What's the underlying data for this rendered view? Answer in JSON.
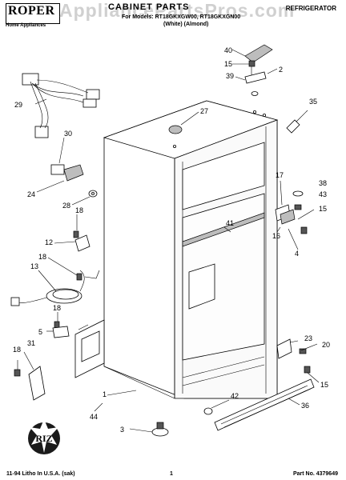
{
  "header": {
    "brand": "ROPER",
    "brand_sub": "Home Appliances",
    "watermark": "AppliancePartsPros.com",
    "section_title": "CABINET PARTS",
    "appliance": "REFRIGERATOR",
    "models": "For Models: RT18GKXGW00, RT18GKXGN00",
    "colors": "(White)      (Almond)"
  },
  "footer": {
    "left": "11-94 Litho In U.S.A. (sak)",
    "page": "1",
    "part_no": "Part No. 4379649"
  },
  "badge": "RIZ",
  "callouts": {
    "c40": "40",
    "c15a": "15",
    "c2": "2",
    "c39": "39",
    "c35": "35",
    "c29": "29",
    "c27": "27",
    "c30": "30",
    "c24": "24",
    "c17": "17",
    "c38": "38",
    "c43": "43",
    "c15b": "15",
    "c28": "28",
    "c18a": "18",
    "c41": "41",
    "c16": "16",
    "c4": "4",
    "c12": "12",
    "c18b": "18",
    "c13": "13",
    "c18c": "18",
    "c5": "5",
    "c23": "23",
    "c20": "20",
    "c18d": "18",
    "c31": "31",
    "c15c": "15",
    "c1": "1",
    "c44": "44",
    "c42": "42",
    "c36": "36",
    "c3": "3"
  }
}
